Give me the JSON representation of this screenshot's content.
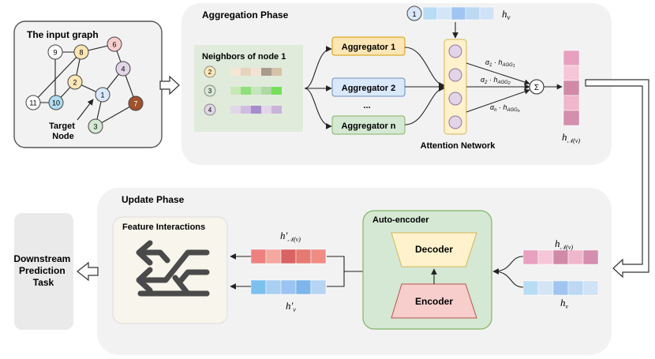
{
  "input_graph": {
    "title": "The input graph",
    "target_label": [
      "Target",
      "Node"
    ],
    "nodes": [
      {
        "id": "9",
        "color": "#ffffff"
      },
      {
        "id": "8",
        "color": "#fde6b5"
      },
      {
        "id": "6",
        "color": "#f8cecc"
      },
      {
        "id": "4",
        "color": "#e1d5e7"
      },
      {
        "id": "2",
        "color": "#fde6b5"
      },
      {
        "id": "1",
        "color": "#dae8fc"
      },
      {
        "id": "7",
        "color": "#a0522d"
      },
      {
        "id": "11",
        "color": "#ffffff"
      },
      {
        "id": "10",
        "color": "#b1ddf0"
      },
      {
        "id": "3",
        "color": "#d5e8d4"
      }
    ]
  },
  "aggregation": {
    "title": "Aggregation Phase",
    "neighbors_title": "Neighbors of node 1",
    "neighbors": [
      {
        "id": "2",
        "color": "#fde6b5",
        "cells": [
          "#f5e6d3",
          "#e8d3bd",
          "#f1e4d4",
          "#a89b8d",
          "#d4c2a8"
        ]
      },
      {
        "id": "3",
        "color": "#d5e8d4",
        "cells": [
          "#c9e8b8",
          "#8fe07a",
          "#c5e5bd",
          "#b0d8a3",
          "#74e05a"
        ]
      },
      {
        "id": "4",
        "color": "#e1d5e7",
        "cells": [
          "#e0d8e6",
          "#d0bce0",
          "#a68cc8",
          "#e2d6ea",
          "#c8b4d8"
        ]
      }
    ],
    "aggregators": [
      "Aggregator 1",
      "Aggregator 2",
      "...",
      "Aggregator n"
    ],
    "attention_label": "Attention Network",
    "node_badge": "1",
    "h_v": "h",
    "h_v_sub": "v",
    "weights": [
      {
        "alpha": "α",
        "sub": "1",
        "sub2": "1"
      },
      {
        "alpha": "α",
        "sub": "2",
        "sub2": "2"
      },
      {
        "alpha": "α",
        "sub": "n",
        "sub2": "n"
      }
    ],
    "sum_symbol": "Σ",
    "hN_label": "h",
    "hN_sub": "𝒩(v)"
  },
  "update": {
    "title": "Update Phase",
    "feature_title": "Feature Interactions",
    "autoencoder_title": "Auto-encoder",
    "decoder": "Decoder",
    "encoder": "Encoder",
    "hN_prime": "h′",
    "hv_prime": "h′",
    "hv_prime_sub": "v",
    "hv": "h",
    "hv_sub": "v"
  },
  "downstream": {
    "lines": [
      "Downstream",
      "Prediction",
      "Task"
    ]
  },
  "colors": {
    "panel": "#f2f2f2",
    "agg_orange": "#fde6b5",
    "agg_blue": "#dae8fc",
    "agg_green": "#d5e8d4",
    "attention": "#e1d5e7",
    "pink_vector": [
      "#e8a0bf",
      "#f5c6d8",
      "#d08aa8",
      "#f0b6cc",
      "#d48eae"
    ],
    "blue_vector": [
      "#b9dcf5",
      "#d4e5f7",
      "#9fc5f0",
      "#bcd8f2",
      "#d0e2f6"
    ],
    "red_vector": [
      "#ee8080",
      "#f4a8a0",
      "#d86464",
      "#e57a72",
      "#ef8c84"
    ],
    "blue_vector2": [
      "#7cc0ee",
      "#a9cff2",
      "#9cc4f2",
      "#7eb5ea",
      "#b6d4f4"
    ]
  }
}
